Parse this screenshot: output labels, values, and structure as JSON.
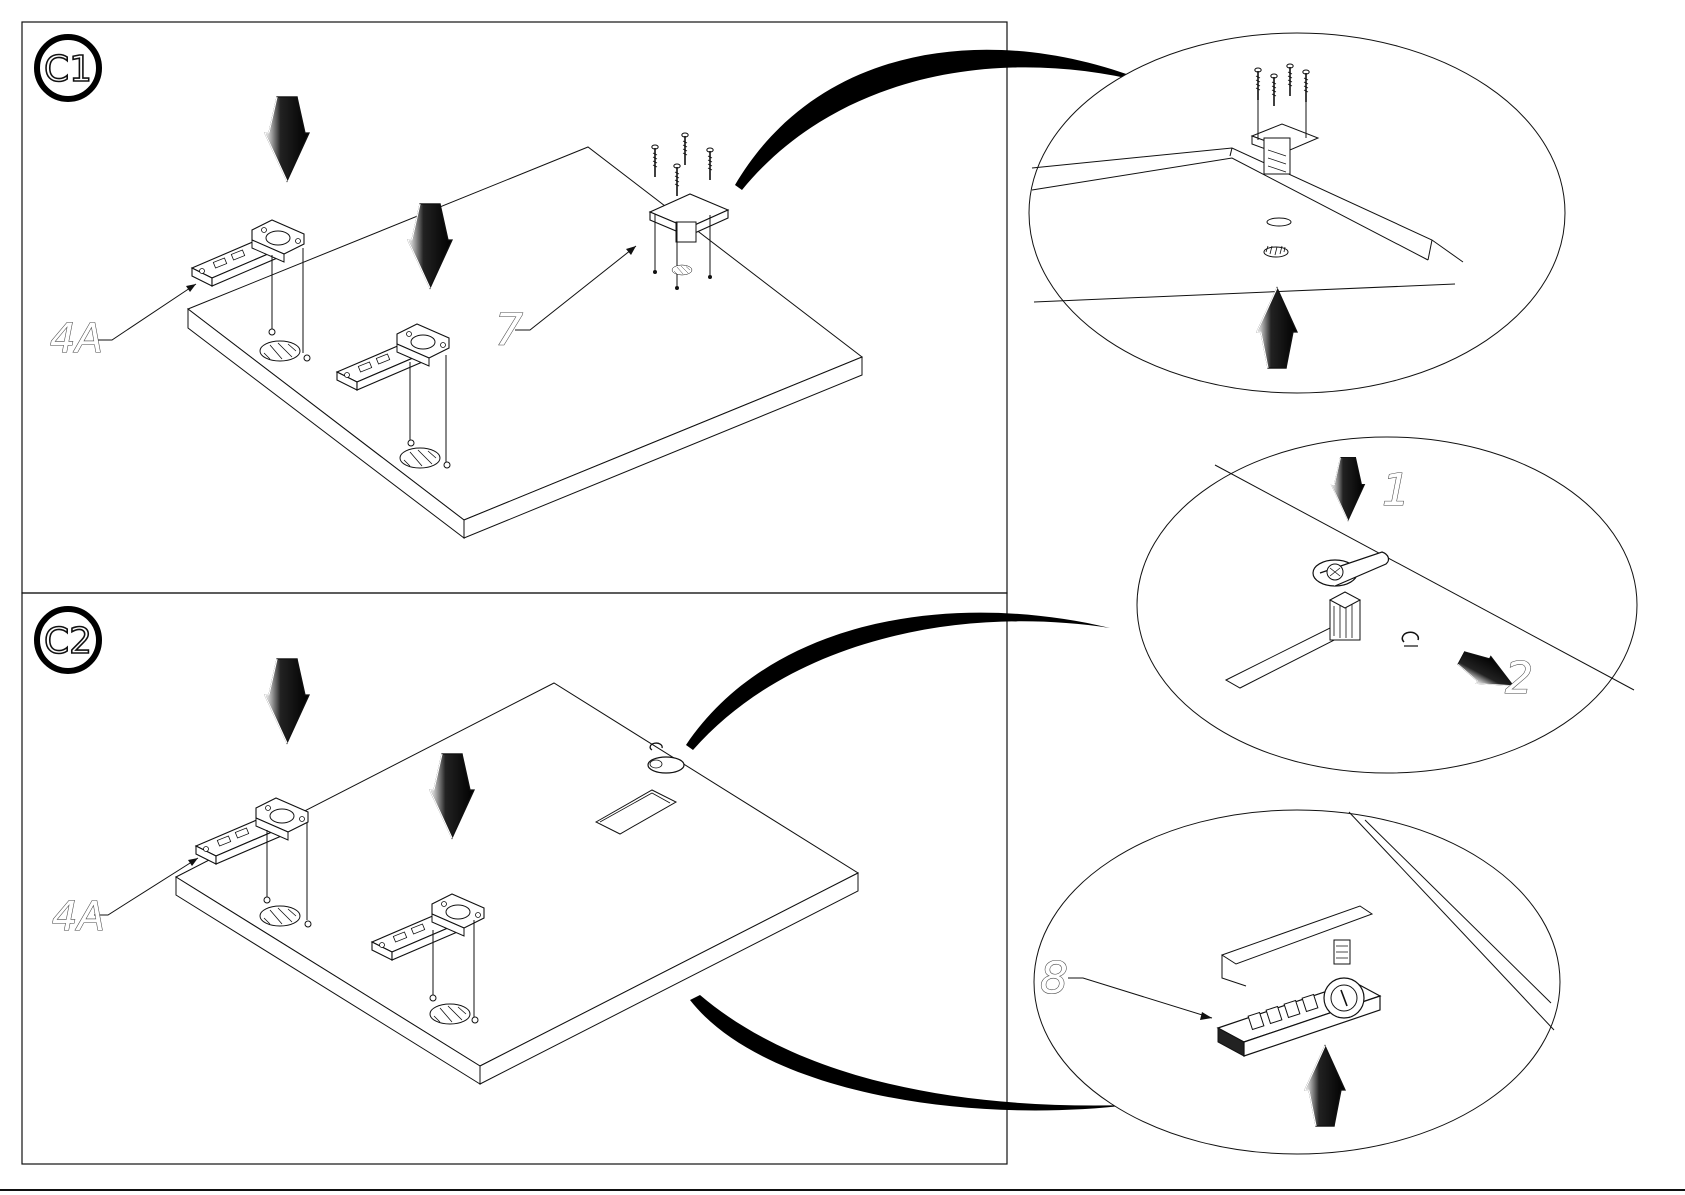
{
  "steps": [
    {
      "id": "C1"
    },
    {
      "id": "C2"
    }
  ],
  "callouts": {
    "c1_hinge": "4A",
    "c1_part": "7",
    "c2_hinge": "4A",
    "detail_step1": "1",
    "detail_step2": "2",
    "detail_lock": "8"
  },
  "icons": {
    "arrow": "heavy-down-arrow",
    "screw": "screw-icon",
    "hinge": "cabinet-hinge-icon"
  },
  "colors": {
    "ink": "#111111",
    "paper": "#ffffff"
  }
}
